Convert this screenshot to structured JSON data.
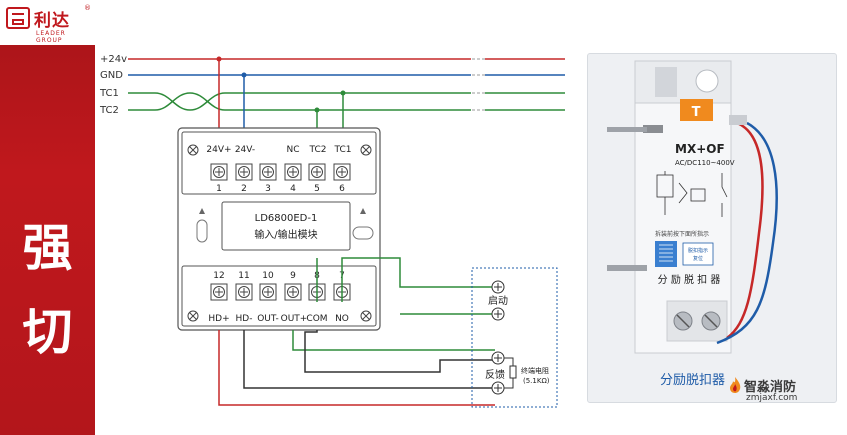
{
  "brand": {
    "name_cn": "利达",
    "name_en": "LEADER GROUP",
    "registered": "®"
  },
  "sidebar_title": [
    "强",
    "切"
  ],
  "bus_lines": [
    {
      "label": "+24v",
      "color": "#c62828"
    },
    {
      "label": "GND",
      "color": "#1f5ca8"
    },
    {
      "label": "TC1",
      "color": "#2e8b3a"
    },
    {
      "label": "TC2",
      "color": "#2e8b3a"
    }
  ],
  "module": {
    "model": "LD6800ED-1",
    "name": "输入/输出模块",
    "top_labels": [
      "24V+",
      "24V-",
      "NC",
      "TC2",
      "TC1"
    ],
    "top_numbers": [
      "1",
      "2",
      "3",
      "4",
      "5",
      "6"
    ],
    "bottom_numbers": [
      "12",
      "11",
      "10",
      "9",
      "8",
      "7"
    ],
    "bottom_labels": [
      "HD+",
      "HD-",
      "OUT-",
      "OUT+",
      "COM",
      "NO"
    ]
  },
  "external": {
    "start_label": "启动",
    "feedback_label": "反馈",
    "resistor_label": "终端电阻",
    "resistor_value": "(5.1KΩ)"
  },
  "device": {
    "cover_letter": "T",
    "model": "MX+OF",
    "rating": "AC/DC110~400V",
    "note": "拆装前按下面所指示",
    "window_text_1": "脱扣指示",
    "window_text_2": "复位",
    "name_plate": "分 励 脱 扣 器",
    "caption": "分励脱扣器"
  },
  "watermark": {
    "name": "智淼消防",
    "url": "zmjaxf.com"
  },
  "colors": {
    "brand_red": "#c0181d",
    "wire_red": "#c62828",
    "wire_blue": "#1f5ca8",
    "wire_green": "#2e8b3a",
    "wire_dark": "#333333",
    "device_orange": "#f08a1e"
  }
}
